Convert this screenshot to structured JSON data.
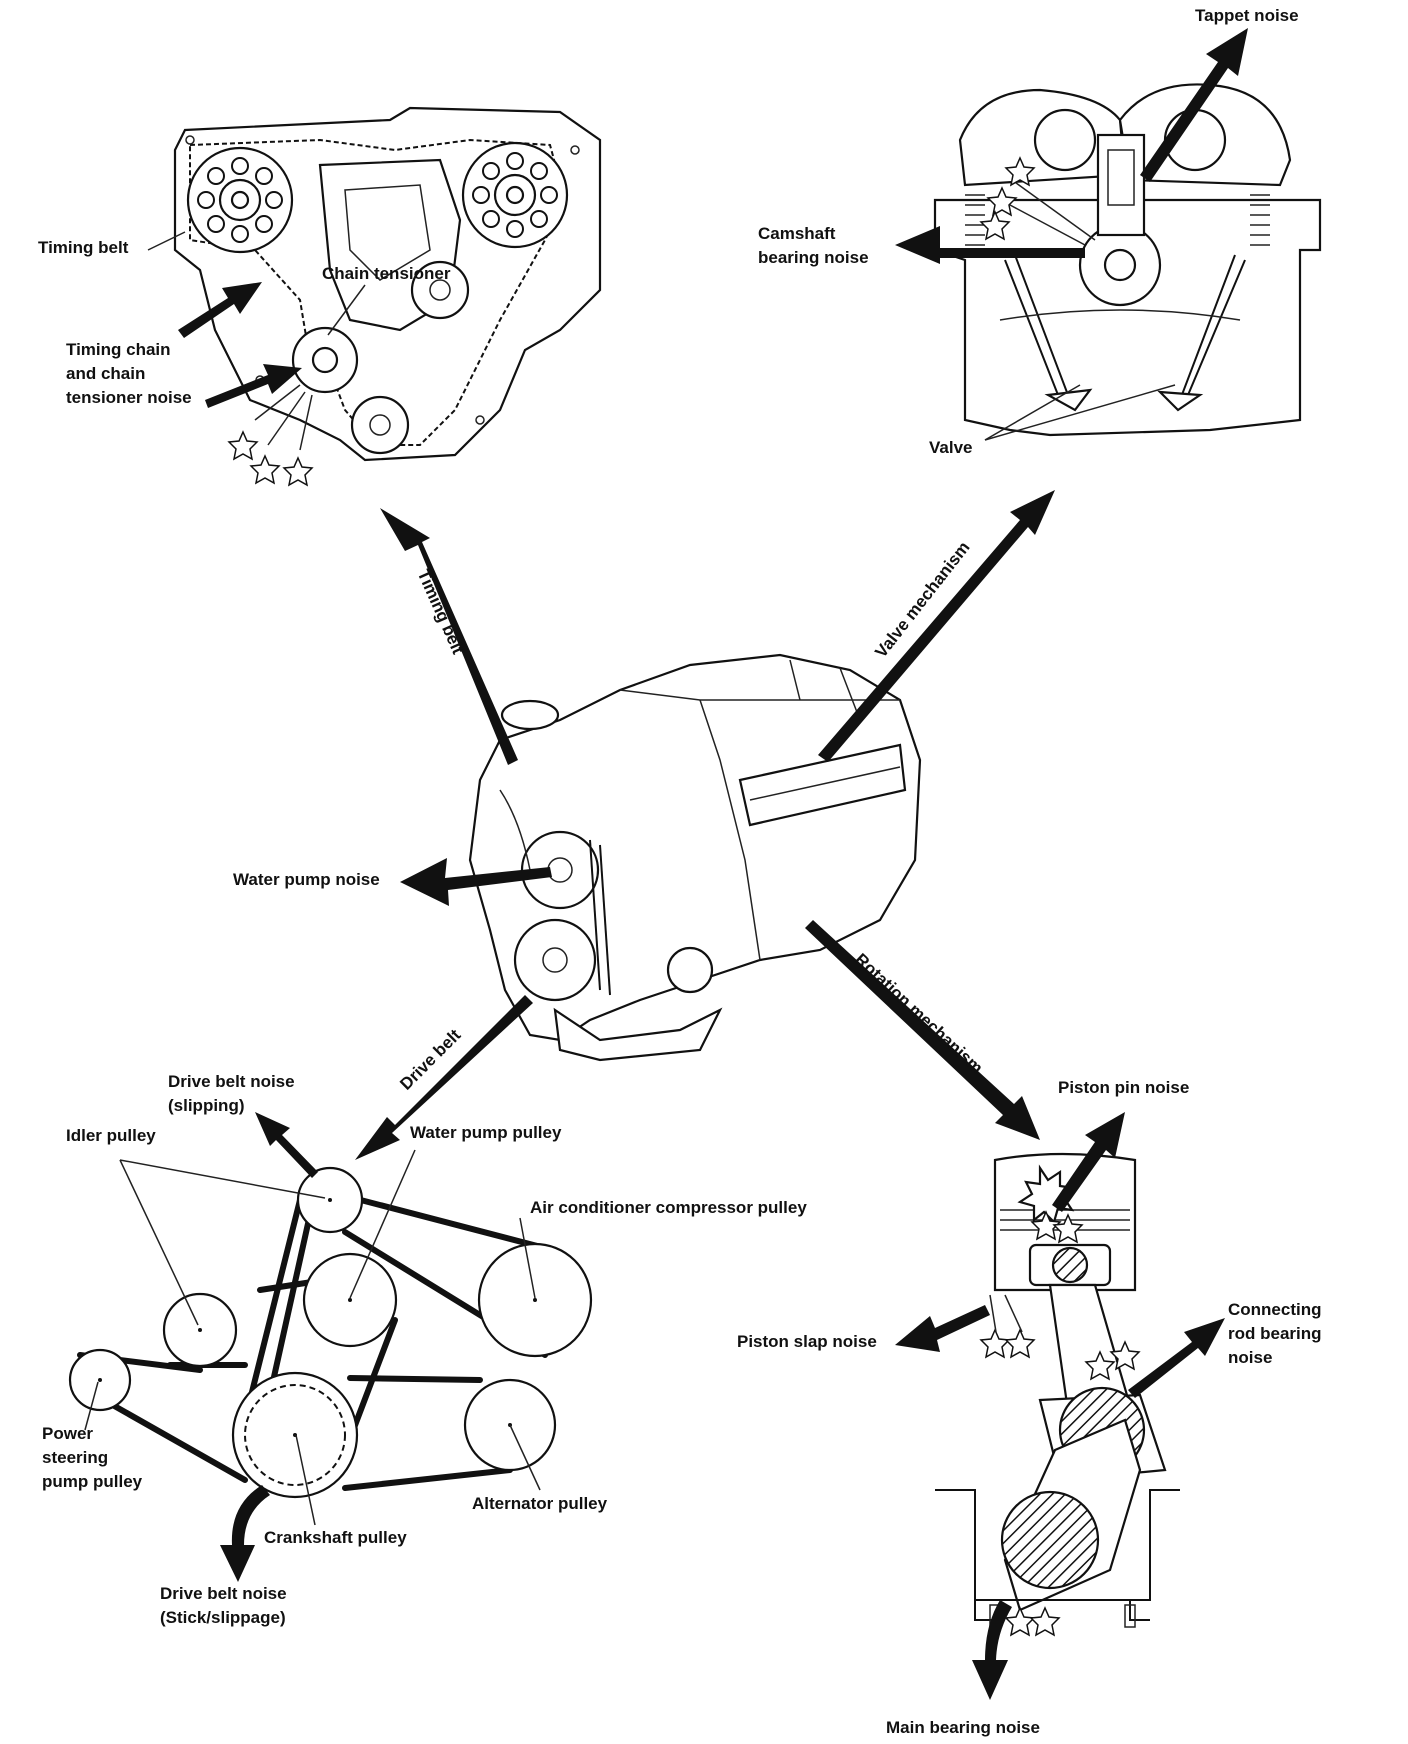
{
  "labels": {
    "timing_belt": "Timing belt",
    "chain_tensioner": "Chain tensioner",
    "timing_chain_noise": "Timing chain\nand chain\ntensioner noise",
    "tappet_noise": "Tappet noise",
    "camshaft_bearing_noise": "Camshaft\nbearing noise",
    "valve": "Valve",
    "arrow_timing_belt": "Timing belt",
    "arrow_valve_mechanism": "Valve mechanism",
    "water_pump_noise": "Water pump noise",
    "arrow_drive_belt": "Drive belt",
    "arrow_rotation_mechanism": "Rotation mechanism",
    "drive_belt_noise_slipping": "Drive belt noise\n(slipping)",
    "idler_pulley": "Idler pulley",
    "water_pump_pulley": "Water pump pulley",
    "ac_compressor_pulley": "Air conditioner compressor pulley",
    "power_steering_pump_pulley": "Power\nsteering\npump pulley",
    "alternator_pulley": "Alternator pulley",
    "crankshaft_pulley": "Crankshaft pulley",
    "drive_belt_noise_stick": "Drive belt noise\n(Stick/slippage)",
    "piston_pin_noise": "Piston pin noise",
    "piston_slap_noise": "Piston slap noise",
    "connecting_rod_bearing_noise": "Connecting\nrod bearing\nnoise",
    "main_bearing_noise": "Main bearing noise"
  }
}
